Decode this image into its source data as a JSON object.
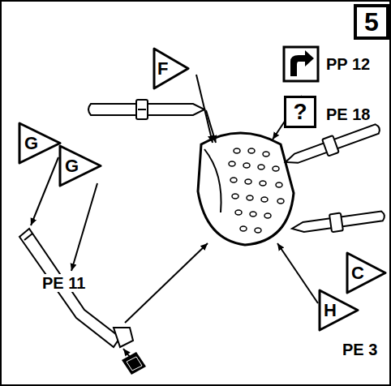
{
  "diagram": {
    "nodes": [
      {
        "text": [
          "5"
        ]
      },
      {
        "text": [
          "?"
        ]
      },
      {
        "text": [
          "F"
        ]
      },
      {
        "text": [
          "G"
        ]
      },
      {
        "text": [
          "G"
        ]
      },
      {
        "text": [
          "H"
        ]
      },
      {
        "text": [
          "C"
        ]
      }
    ],
    "labels": [
      "PP 12",
      "PE 18",
      "PE 11",
      "PE 3"
    ]
  }
}
